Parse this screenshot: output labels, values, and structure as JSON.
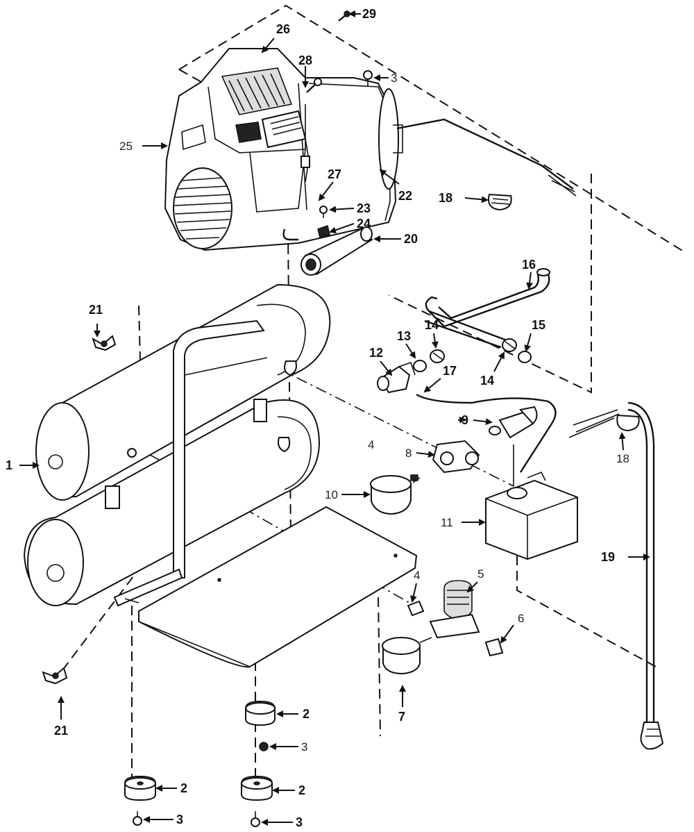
{
  "callouts": {
    "c1": "1",
    "c2a": "2",
    "c2b": "2",
    "c2c": "2",
    "c3a": "3",
    "c3b": "3",
    "c3c": "3",
    "c3d": "3",
    "c4a": "4",
    "c4b": "4",
    "c5": "5",
    "c6": "6",
    "c7": "7",
    "c8": "8",
    "c9": "9",
    "c10": "10",
    "c11": "11",
    "c12": "12",
    "c13": "13",
    "c14a": "14",
    "c14b": "14",
    "c15": "15",
    "c16": "16",
    "c17": "17",
    "c18a": "18",
    "c18b": "18",
    "c19": "19",
    "c20": "20",
    "c21a": "21",
    "c21b": "21",
    "c22": "22",
    "c23": "23",
    "c24": "24",
    "c25": "25",
    "c26": "26",
    "c27": "27",
    "c28": "28",
    "c29": "29"
  }
}
